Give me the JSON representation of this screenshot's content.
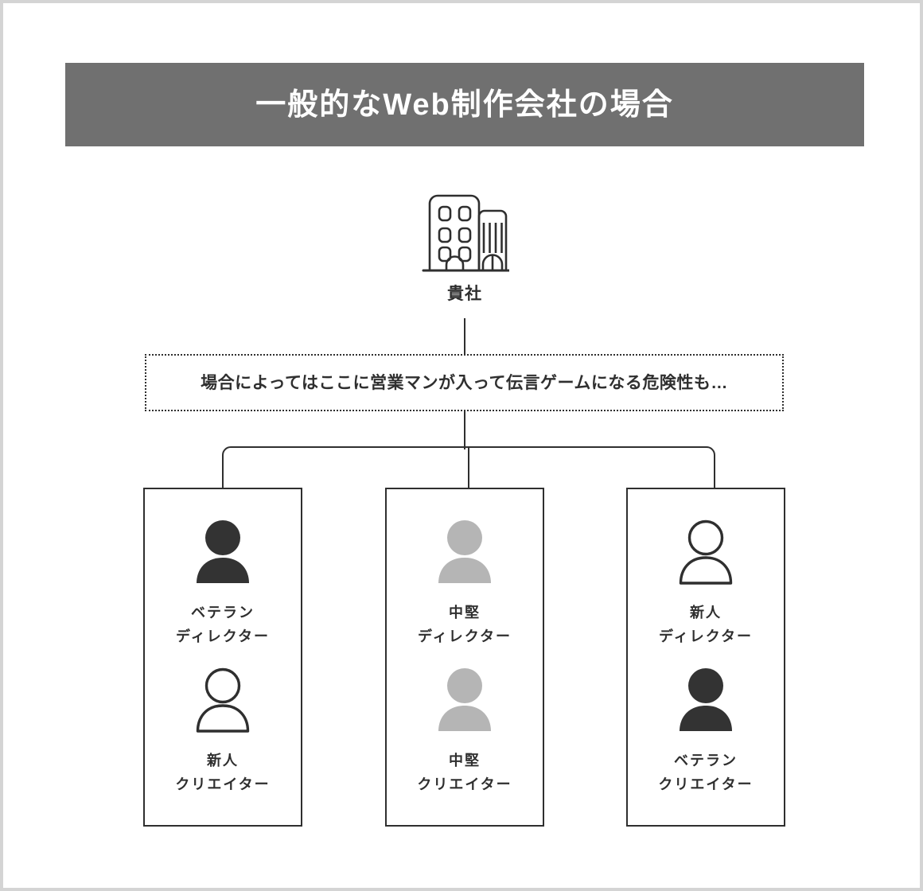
{
  "header": {
    "title": "一般的なWeb制作会社の場合",
    "bar_color": "#707070",
    "text_color": "#ffffff"
  },
  "company": {
    "icon": "office-building-icon",
    "label": "貴社"
  },
  "note": {
    "icon": "dotted-callout",
    "text": "場合によってはここに営業マンが入って伝言ゲームになる危険性も…"
  },
  "palette": {
    "ink": "#2f2f2f",
    "solid_dark": "#333333",
    "solid_gray": "#b5b5b5",
    "outline": "#2f2f2f",
    "page_border": "#d4d4d4"
  },
  "teams": [
    {
      "name": "team-1",
      "members": [
        {
          "icon": "person-solid-dark-icon",
          "style": "solid-dark",
          "rank": "ベテラン",
          "role": "ディレクター"
        },
        {
          "icon": "person-outline-icon",
          "style": "outline",
          "rank": "新人",
          "role": "クリエイター"
        }
      ]
    },
    {
      "name": "team-2",
      "members": [
        {
          "icon": "person-solid-gray-icon",
          "style": "solid-gray",
          "rank": "中堅",
          "role": "ディレクター"
        },
        {
          "icon": "person-solid-gray-icon",
          "style": "solid-gray",
          "rank": "中堅",
          "role": "クリエイター"
        }
      ]
    },
    {
      "name": "team-3",
      "members": [
        {
          "icon": "person-outline-icon",
          "style": "outline",
          "rank": "新人",
          "role": "ディレクター"
        },
        {
          "icon": "person-solid-dark-icon",
          "style": "solid-dark",
          "rank": "ベテラン",
          "role": "クリエイター"
        }
      ]
    }
  ]
}
